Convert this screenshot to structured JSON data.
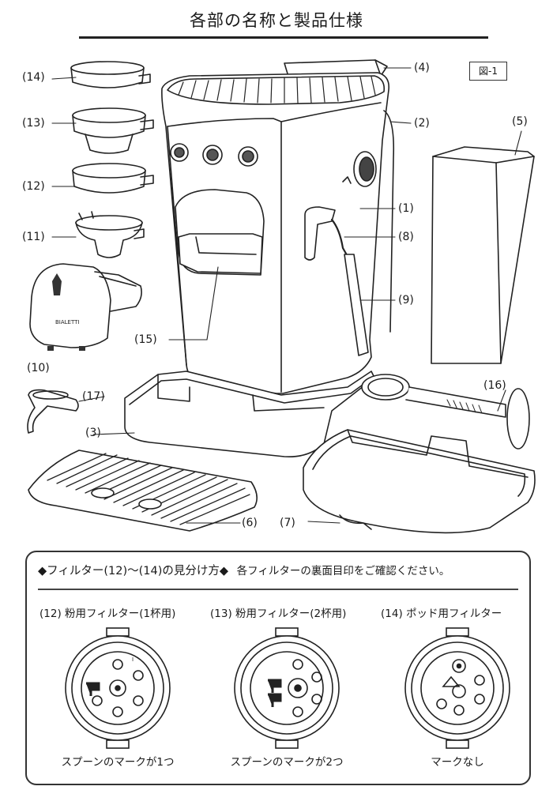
{
  "title": "各部の名称と製品仕様",
  "figure_label": "図-1",
  "callouts": {
    "c1": "(1)",
    "c2": "(2)",
    "c3": "(3)",
    "c4": "(4)",
    "c5": "(5)",
    "c6": "(6)",
    "c7": "(7)",
    "c8": "(8)",
    "c9": "(9)",
    "c10": "(10)",
    "c11": "(11)",
    "c12": "(12)",
    "c13": "(13)",
    "c14": "(14)",
    "c15": "(15)",
    "c16": "(16)",
    "c17": "(17)"
  },
  "brand": "BIALETTI",
  "panel": {
    "heading": "◆フィルター(12)〜(14)の見分け方◆",
    "note": "各フィルターの裏面目印をご確認ください。",
    "filters": [
      {
        "caption": "(12) 粉用フィルター(1杯用)",
        "mark": "スプーンのマークが1つ"
      },
      {
        "caption": "(13) 粉用フィルター(2杯用)",
        "mark": "スプーンのマークが2つ"
      },
      {
        "caption": "(14) ポッド用フィルター",
        "mark": "マークなし"
      }
    ]
  }
}
